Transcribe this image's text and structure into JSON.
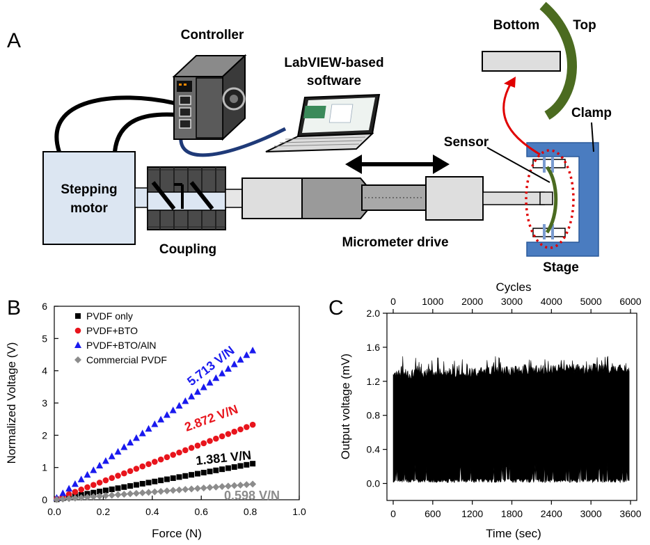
{
  "panels": {
    "a": "A",
    "b": "B",
    "c": "C"
  },
  "setup": {
    "controller": "Controller",
    "software_line1": "LabVIEW-based",
    "software_line2": "software",
    "motor_line1": "Stepping",
    "motor_line2": "motor",
    "coupling": "Coupling",
    "micrometer": "Micrometer drive",
    "sensor": "Sensor",
    "clamp": "Clamp",
    "stage": "Stage",
    "bottom": "Bottom",
    "top": "Top"
  },
  "chart_data": [
    {
      "type": "scatter",
      "panel": "B",
      "xlabel": "Force (N)",
      "ylabel": "Normalized Voltage (V)",
      "xlim": [
        0.0,
        1.0
      ],
      "ylim": [
        0,
        6
      ],
      "x_ticks": [
        "0.0",
        "0.2",
        "0.4",
        "0.6",
        "0.8",
        "1.0"
      ],
      "y_ticks": [
        "0",
        "1",
        "2",
        "3",
        "4",
        "5",
        "6"
      ],
      "legend_position": "top-left",
      "series": [
        {
          "name": "PVDF only",
          "color": "#000000",
          "marker": "square",
          "slope": 1.381,
          "annotation": "1.381 V/N"
        },
        {
          "name": "PVDF+BTO",
          "color": "#e8141c",
          "marker": "circle",
          "slope": 2.872,
          "annotation": "2.872 V/N"
        },
        {
          "name": "PVDF+BTO/AlN",
          "color": "#1a1aee",
          "marker": "triangle",
          "slope": 5.713,
          "annotation": "5.713 V/N"
        },
        {
          "name": "Commercial PVDF",
          "color": "#8c8c8c",
          "marker": "diamond",
          "slope": 0.598,
          "annotation": "0.598 V/N"
        }
      ],
      "x_start": 0.01,
      "x_end": 0.81,
      "n_points": 33
    },
    {
      "type": "line",
      "panel": "C",
      "xlabel": "Time (sec)",
      "x2label": "Cycles",
      "ylabel": "Output voltage (mV)",
      "xlim": [
        0,
        3600
      ],
      "x2lim": [
        0,
        6000
      ],
      "ylim": [
        -0.2,
        2.0
      ],
      "x_ticks": [
        "0",
        "600",
        "1200",
        "1800",
        "2400",
        "3000",
        "3600"
      ],
      "x2_ticks": [
        "0",
        "1000",
        "2000",
        "3000",
        "4000",
        "5000",
        "6000"
      ],
      "y_ticks": [
        "0.0",
        "0.4",
        "0.8",
        "1.2",
        "1.6",
        "2.0"
      ],
      "signal": {
        "t_start": 0,
        "t_end": 3580,
        "baseline_mV": 0.05,
        "peak_mV_min": 1.22,
        "peak_mV_max": 1.5
      }
    }
  ]
}
